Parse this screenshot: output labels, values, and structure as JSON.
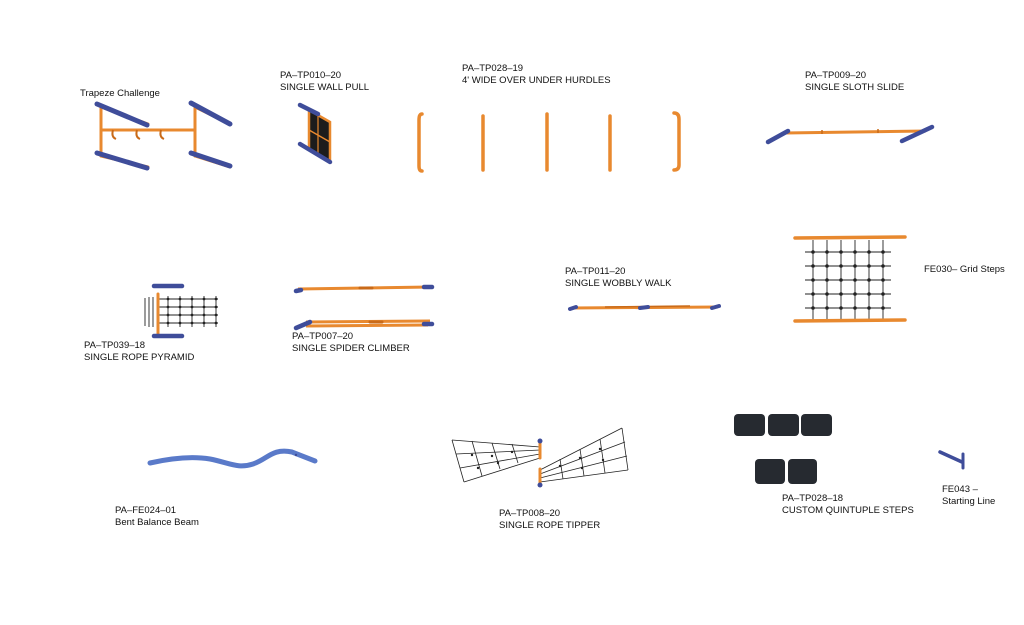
{
  "colors": {
    "frame": "#e8892f",
    "frame_dark": "#c96a18",
    "cap": "#3f4d9a",
    "net": "#222222",
    "beam": "#5a7ac9",
    "step": "#262a30",
    "background": "#ffffff"
  },
  "components": {
    "trapeze": {
      "name": "Trapeze Challenge"
    },
    "wall_pull": {
      "code": "PA–TP010–20",
      "name": "SINGLE WALL PULL"
    },
    "hurdles": {
      "code": "PA–TP028–19",
      "name": "4' WIDE OVER UNDER HURDLES"
    },
    "sloth_slide": {
      "code": "PA–TP009–20",
      "name": "SINGLE SLOTH SLIDE"
    },
    "rope_pyramid": {
      "code": "PA–TP039–18",
      "name": "SINGLE ROPE PYRAMID"
    },
    "spider_climber": {
      "code": "PA–TP007–20",
      "name": "SINGLE SPIDER CLIMBER"
    },
    "wobbly_walk": {
      "code": "PA–TP011–20",
      "name": "SINGLE WOBBLY WALK"
    },
    "grid_steps": {
      "name": "FE030– Grid Steps"
    },
    "balance_beam": {
      "code": "PA–FE024–01",
      "name": "Bent Balance Beam"
    },
    "rope_tipper": {
      "code": "PA–TP008–20",
      "name": "SINGLE ROPE TIPPER"
    },
    "quintuple_steps": {
      "code": "PA–TP028–18",
      "name": "CUSTOM QUINTUPLE STEPS"
    },
    "starting_line": {
      "code": "FE043 –",
      "name": "Starting Line"
    }
  }
}
